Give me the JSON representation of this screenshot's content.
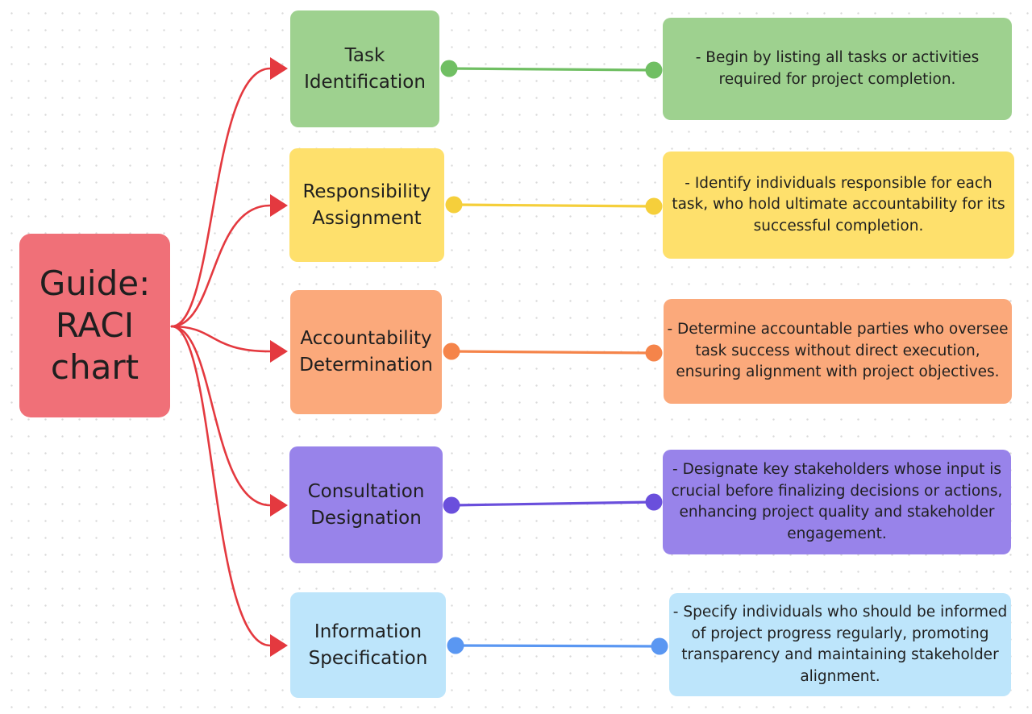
{
  "root": {
    "label": "Guide: RACI chart",
    "color": "#f07078"
  },
  "connector_color": "#e4393f",
  "branches": [
    {
      "title": "Task Identification",
      "description": "- Begin by listing all tasks or activities required for project completion.",
      "color": "#9ed18f",
      "line_color": "#70bf63"
    },
    {
      "title": "Responsibility Assignment",
      "description": "- Identify individuals responsible for each task, who hold ultimate accountability for its successful completion.",
      "color": "#fee06c",
      "line_color": "#f5cf3b"
    },
    {
      "title": "Accountability Determination",
      "description": "- Determine accountable parties who oversee task success without direct execution, ensuring alignment with project objectives.",
      "color": "#fba97b",
      "line_color": "#f5844a"
    },
    {
      "title": "Consultation Designation",
      "description": "- Designate key stakeholders whose input is crucial before finalizing decisions or actions, enhancing project quality and stakeholder engagement.",
      "color": "#9883ea",
      "line_color": "#6a4fdc"
    },
    {
      "title": "Information Specification",
      "description": "- Specify individuals who should be informed of project progress regularly, promoting transparency and maintaining stakeholder alignment.",
      "color": "#bde5fb",
      "line_color": "#5a97f2"
    }
  ]
}
